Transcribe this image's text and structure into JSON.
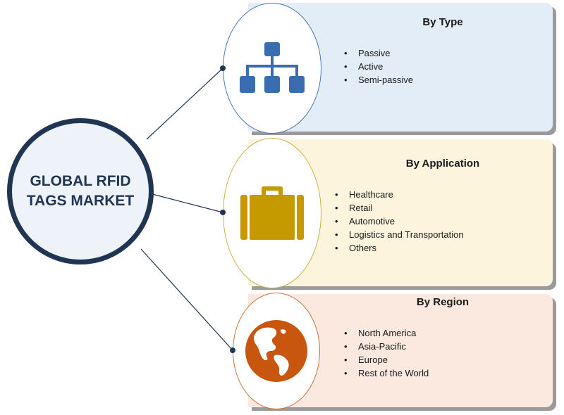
{
  "hub": {
    "title": "GLOBAL RFID TAGS MARKET"
  },
  "segments": [
    {
      "title": "By Type",
      "icon": "hierarchy-icon",
      "color": "#3a6cb0",
      "items": [
        "Passive",
        "Active",
        "Semi-passive"
      ]
    },
    {
      "title": "By Application",
      "icon": "briefcase-icon",
      "color": "#c49a00",
      "items": [
        "Healthcare",
        "Retail",
        "Automotive",
        "Logistics and Transportation",
        "Others"
      ]
    },
    {
      "title": "By Region",
      "icon": "globe-icon",
      "color": "#c8560f",
      "items": [
        "North America",
        "Asia-Pacific",
        "Europe",
        "Rest of the World"
      ]
    }
  ],
  "colors": {
    "hub_border": "#1f3552",
    "hub_fill": "#eef2f9",
    "type_panel": "#e3edf8",
    "application_panel": "#fdf4de",
    "region_panel": "#fbe9e0"
  }
}
